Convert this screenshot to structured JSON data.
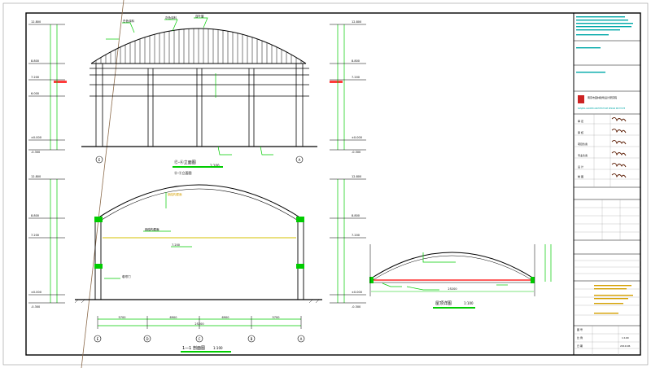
{
  "drawing": {
    "elevation_title": "Ⓔ-Ⓐ立面图",
    "elevation_subtitle": "Ⓐ-Ⓔ立面图",
    "elevation_scale": "1:100",
    "section_title": "1—1 剖面图",
    "section_scale": "1:100",
    "detail_title": "屋顶详图",
    "detail_scale": "1:100"
  },
  "grid_axes": [
    "E",
    "D",
    "C",
    "B",
    "A"
  ],
  "levels": {
    "elevation_left": [
      "12.800",
      "8.800",
      "7.200",
      "6.000",
      "±0.000",
      "-0.300"
    ],
    "elevation_right": [
      "12.800",
      "8.800",
      "7.200",
      "±0.000",
      "-0.300"
    ],
    "section_left": [
      "12.800",
      "8.800",
      "7.200",
      "±0.000",
      "-0.300"
    ],
    "section_right": [
      "12.800",
      "8.800",
      "7.200",
      "±0.000",
      "-0.300"
    ]
  },
  "dimensions": {
    "section_spans": [
      "5700",
      "6900",
      "6900",
      "5700"
    ],
    "section_total": "25200",
    "detail_total": "25200"
  },
  "annotations": {
    "elev_leader_1": "白色涂料",
    "elev_leader_2": "灰色涂料",
    "elev_leader_3": "百叶窗",
    "section_ceiling": "7.200",
    "section_leader": "钢结构屋面",
    "section_door": "卷帘门"
  },
  "title_block": {
    "company_cn": "南京市园林建筑设计研究院",
    "company_en": "NANJING GARDEN ARCHITECTURE DESIGN INSTITUTE",
    "role_labels": [
      "审 定",
      "审 核",
      "项目负责",
      "专业负责",
      "设 计",
      "制 图"
    ],
    "sheet_label": "图 号",
    "date_label": "日 期",
    "scale_label": "比 例",
    "scale_value": "1:100",
    "date_value": "2019.06"
  },
  "colors": {
    "line_black": "#000000",
    "line_green": "#00cc00",
    "line_red": "#ff0000",
    "line_cyan": "#00bfbf",
    "line_yellow": "#d4c000",
    "line_grey": "#808080",
    "line_brown": "#8b6a4a"
  }
}
